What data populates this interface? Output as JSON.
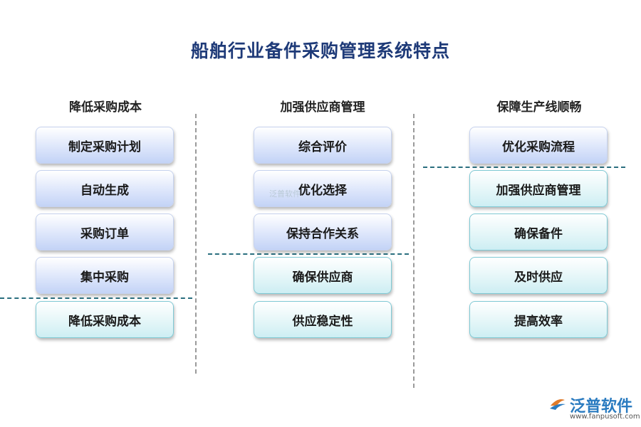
{
  "title": "船舶行业备件采购管理系统特点",
  "columns": [
    {
      "header": "降低采购成本",
      "items": [
        "制定采购计划",
        "自动生成",
        "采购订单",
        "集中采购",
        "降低采购成本"
      ]
    },
    {
      "header": "加强供应商管理",
      "items": [
        "综合评价",
        "优化选择",
        "保持合作关系",
        "确保供应商",
        "供应稳定性"
      ]
    },
    {
      "header": "保障生产线顺畅",
      "items": [
        "优化采购流程",
        "加强供应商管理",
        "确保备件",
        "及时供应",
        "提高效率"
      ]
    }
  ],
  "watermark": "泛普软件",
  "logo": {
    "name": "泛普软件",
    "url": "www.fanpusoft.com"
  },
  "colors": {
    "title": "#1e3a78",
    "blue_box": "#c3d3f6",
    "teal_box": "#cdeef3",
    "teal_border": "#7fc9d4",
    "divider": "#2a6f7f"
  }
}
